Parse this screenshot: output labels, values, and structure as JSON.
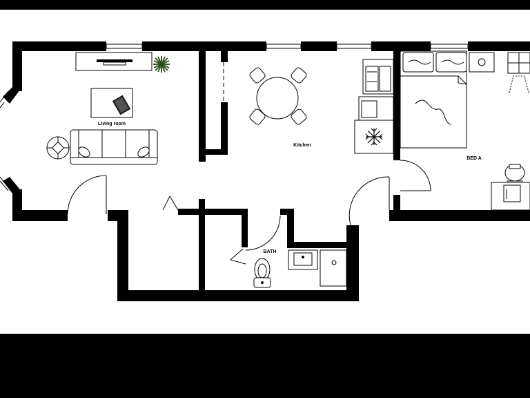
{
  "colors": {
    "background": "#ffffff",
    "frame": "#000000",
    "wall": "#000000",
    "plant": "#4a7a3a"
  },
  "rooms": {
    "living_room": "Living room",
    "kitchen": "Kitchen",
    "bath": "BATH",
    "bed_a": "BED A"
  },
  "icons": {
    "snowflake": "snowflake-icon",
    "plant": "plant-icon"
  }
}
